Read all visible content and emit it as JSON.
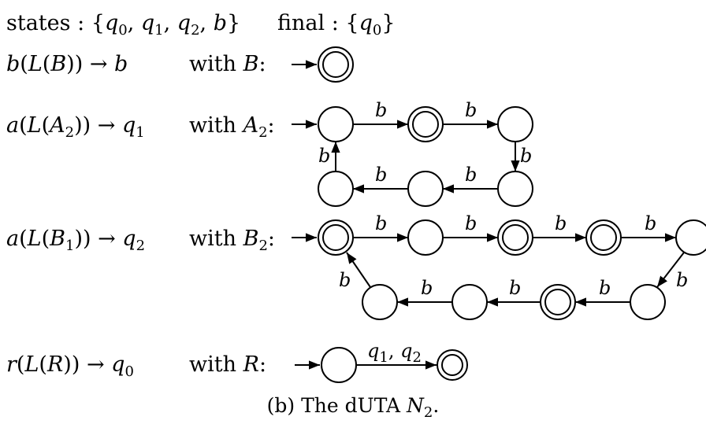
{
  "header": {
    "states_label": "states :",
    "states_set": [
      "q0",
      "q1",
      "q2",
      "b"
    ],
    "final_label": "final :",
    "final_set": [
      "q0"
    ]
  },
  "rules": [
    {
      "lhs_symbol": "b",
      "lhs_lang": "B",
      "rhs": "b",
      "automaton": "B"
    },
    {
      "lhs_symbol": "a",
      "lhs_lang": "A2",
      "rhs": "q1",
      "automaton": "A2"
    },
    {
      "lhs_symbol": "a",
      "lhs_lang": "B1",
      "rhs": "q2",
      "automaton": "B2"
    },
    {
      "lhs_symbol": "r",
      "lhs_lang": "R",
      "rhs": "q0",
      "automaton": "R"
    }
  ],
  "with_word": "with",
  "edge_label_b": "b",
  "edge_label_R": "q1, q2",
  "caption": "(b) The dUTA N2."
}
